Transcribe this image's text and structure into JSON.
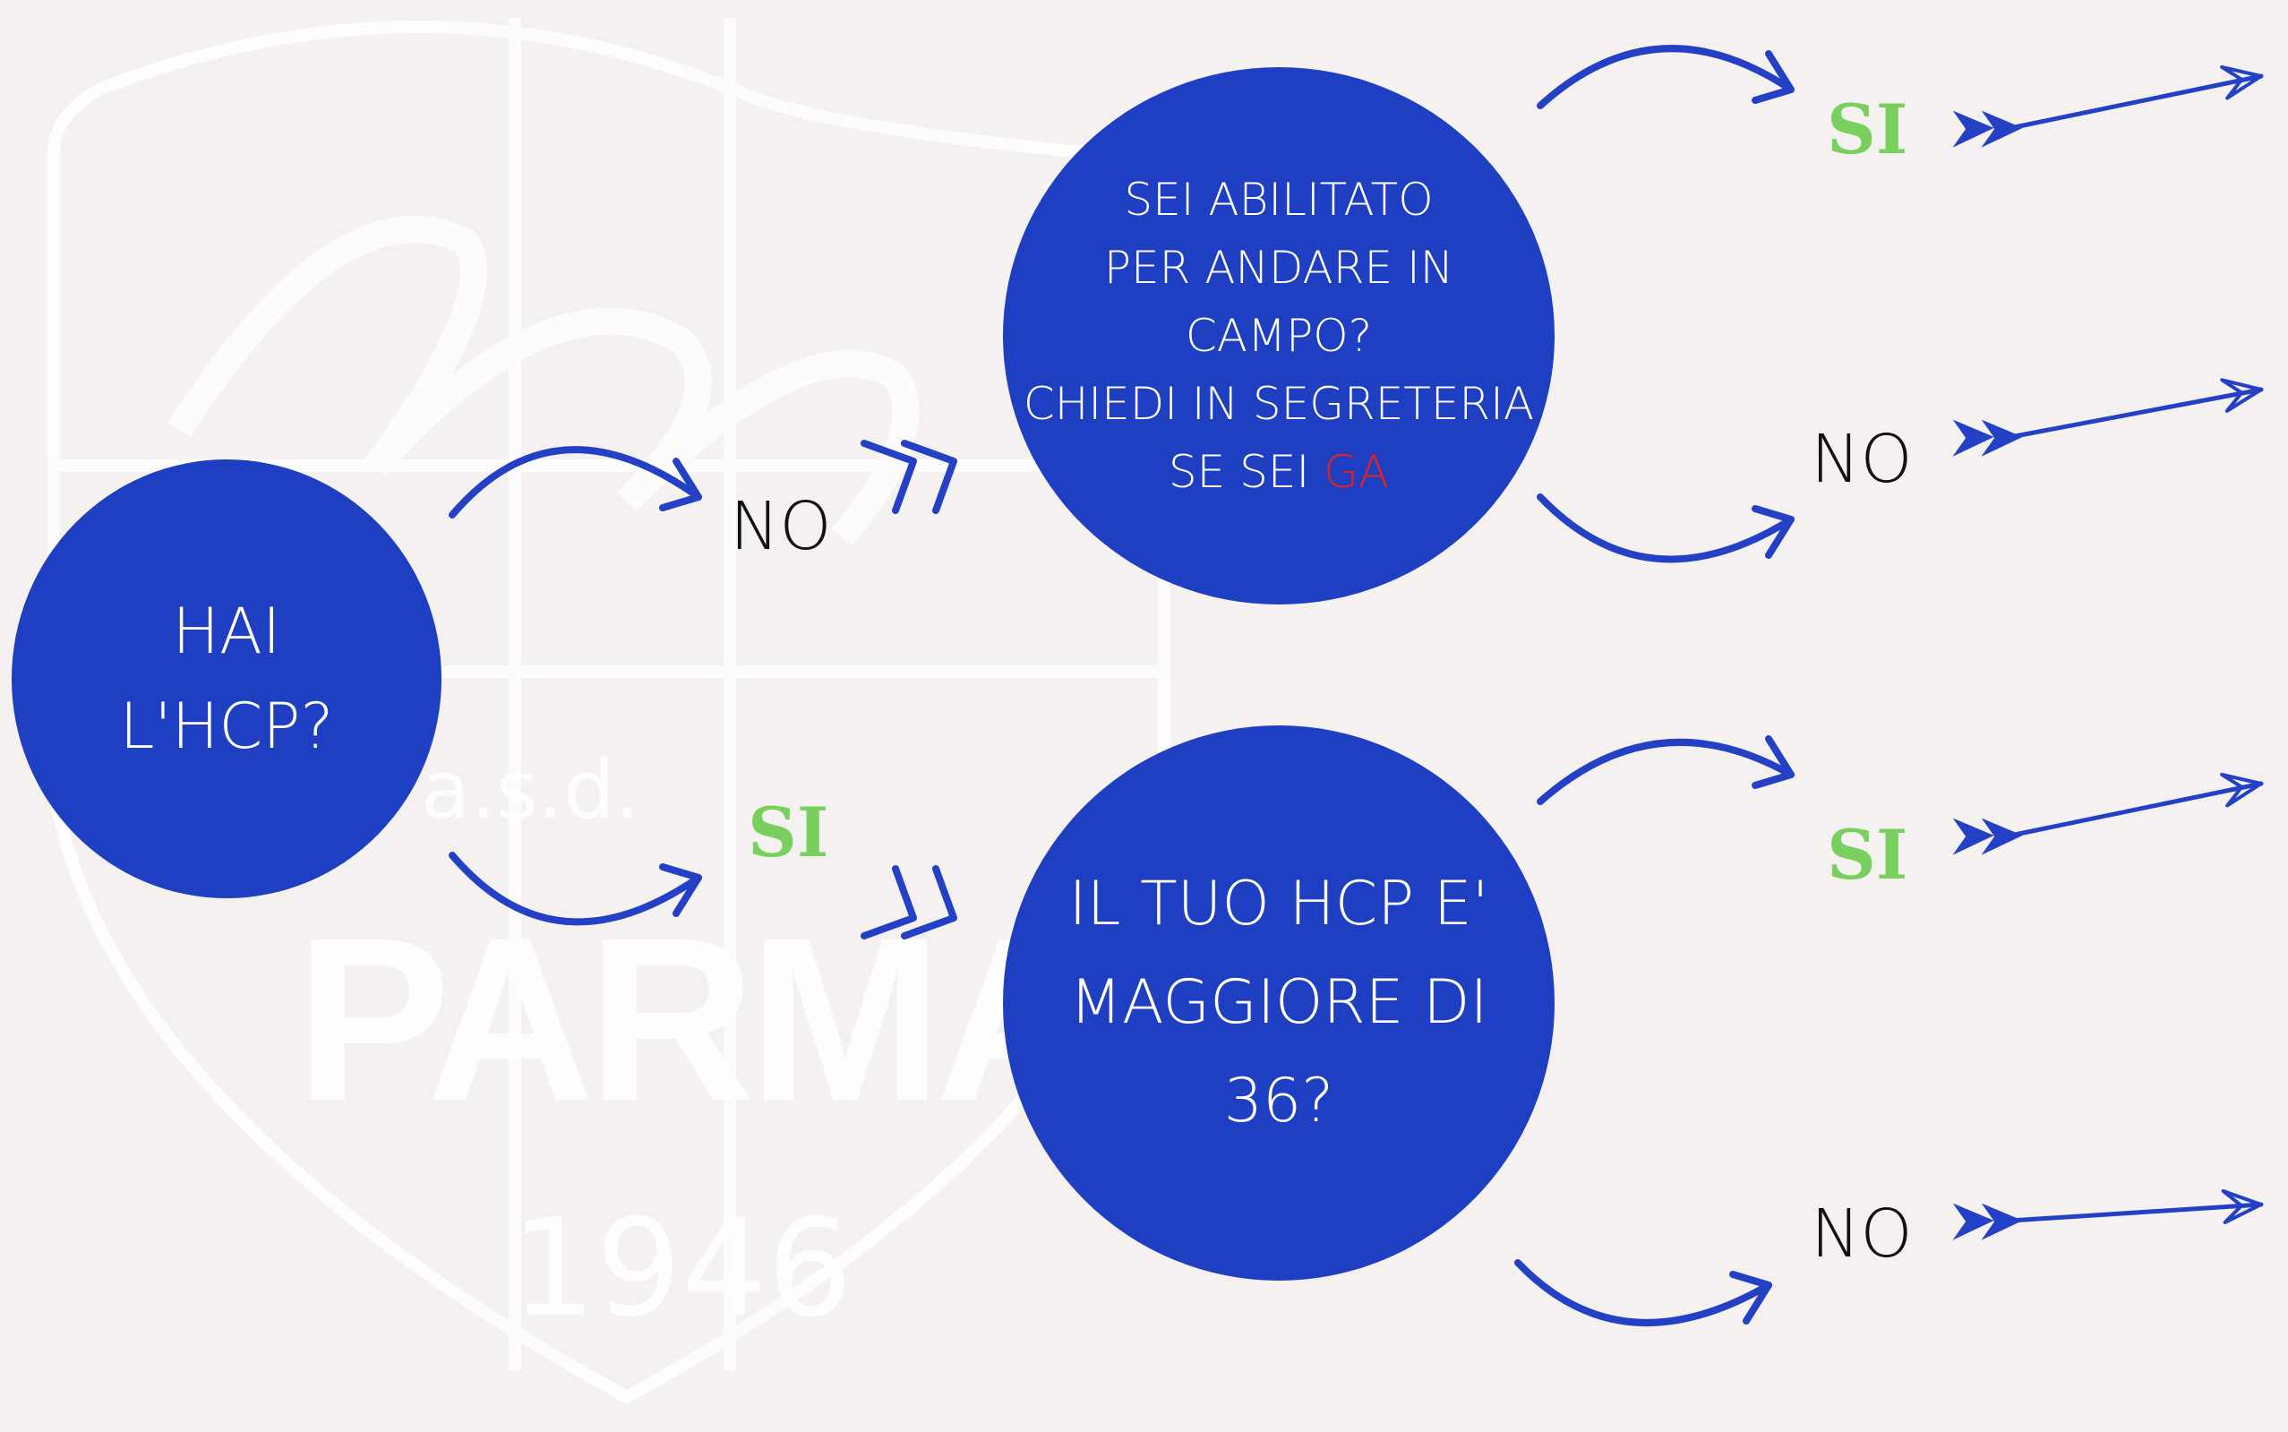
{
  "colors": {
    "background": "#f4f1f0",
    "circle": "#1f3fc2",
    "arrow": "#2441c6",
    "si": "#7ad05e",
    "no": "#111111",
    "highlight": "#e32222",
    "watermark": "#ffffff"
  },
  "watermark": {
    "abbr": "a.s.d.",
    "city": "PARMA",
    "year": "1946"
  },
  "nodes": {
    "start": {
      "lines": [
        "HAI",
        "L'HCP?"
      ]
    },
    "abilitato": {
      "lines": [
        "SEI ABILITATO",
        "PER ANDARE IN",
        "CAMPO?",
        "CHIEDI IN SEGRETERIA"
      ],
      "last_line_prefix": "SE SEI ",
      "last_line_highlight": "GA"
    },
    "hcp": {
      "lines": [
        "IL TUO HCP E'",
        "MAGGIORE DI",
        "36?"
      ]
    }
  },
  "labels": {
    "start_no": "NO",
    "start_si": "SI",
    "abilitato_si": "SI",
    "abilitato_no": "NO",
    "hcp_si": "SI",
    "hcp_no": "NO"
  },
  "icons": {
    "curved_arrow": "curved-arrow-icon",
    "double_chevron": "double-chevron-icon",
    "long_arrow": "feathered-arrow-icon"
  }
}
